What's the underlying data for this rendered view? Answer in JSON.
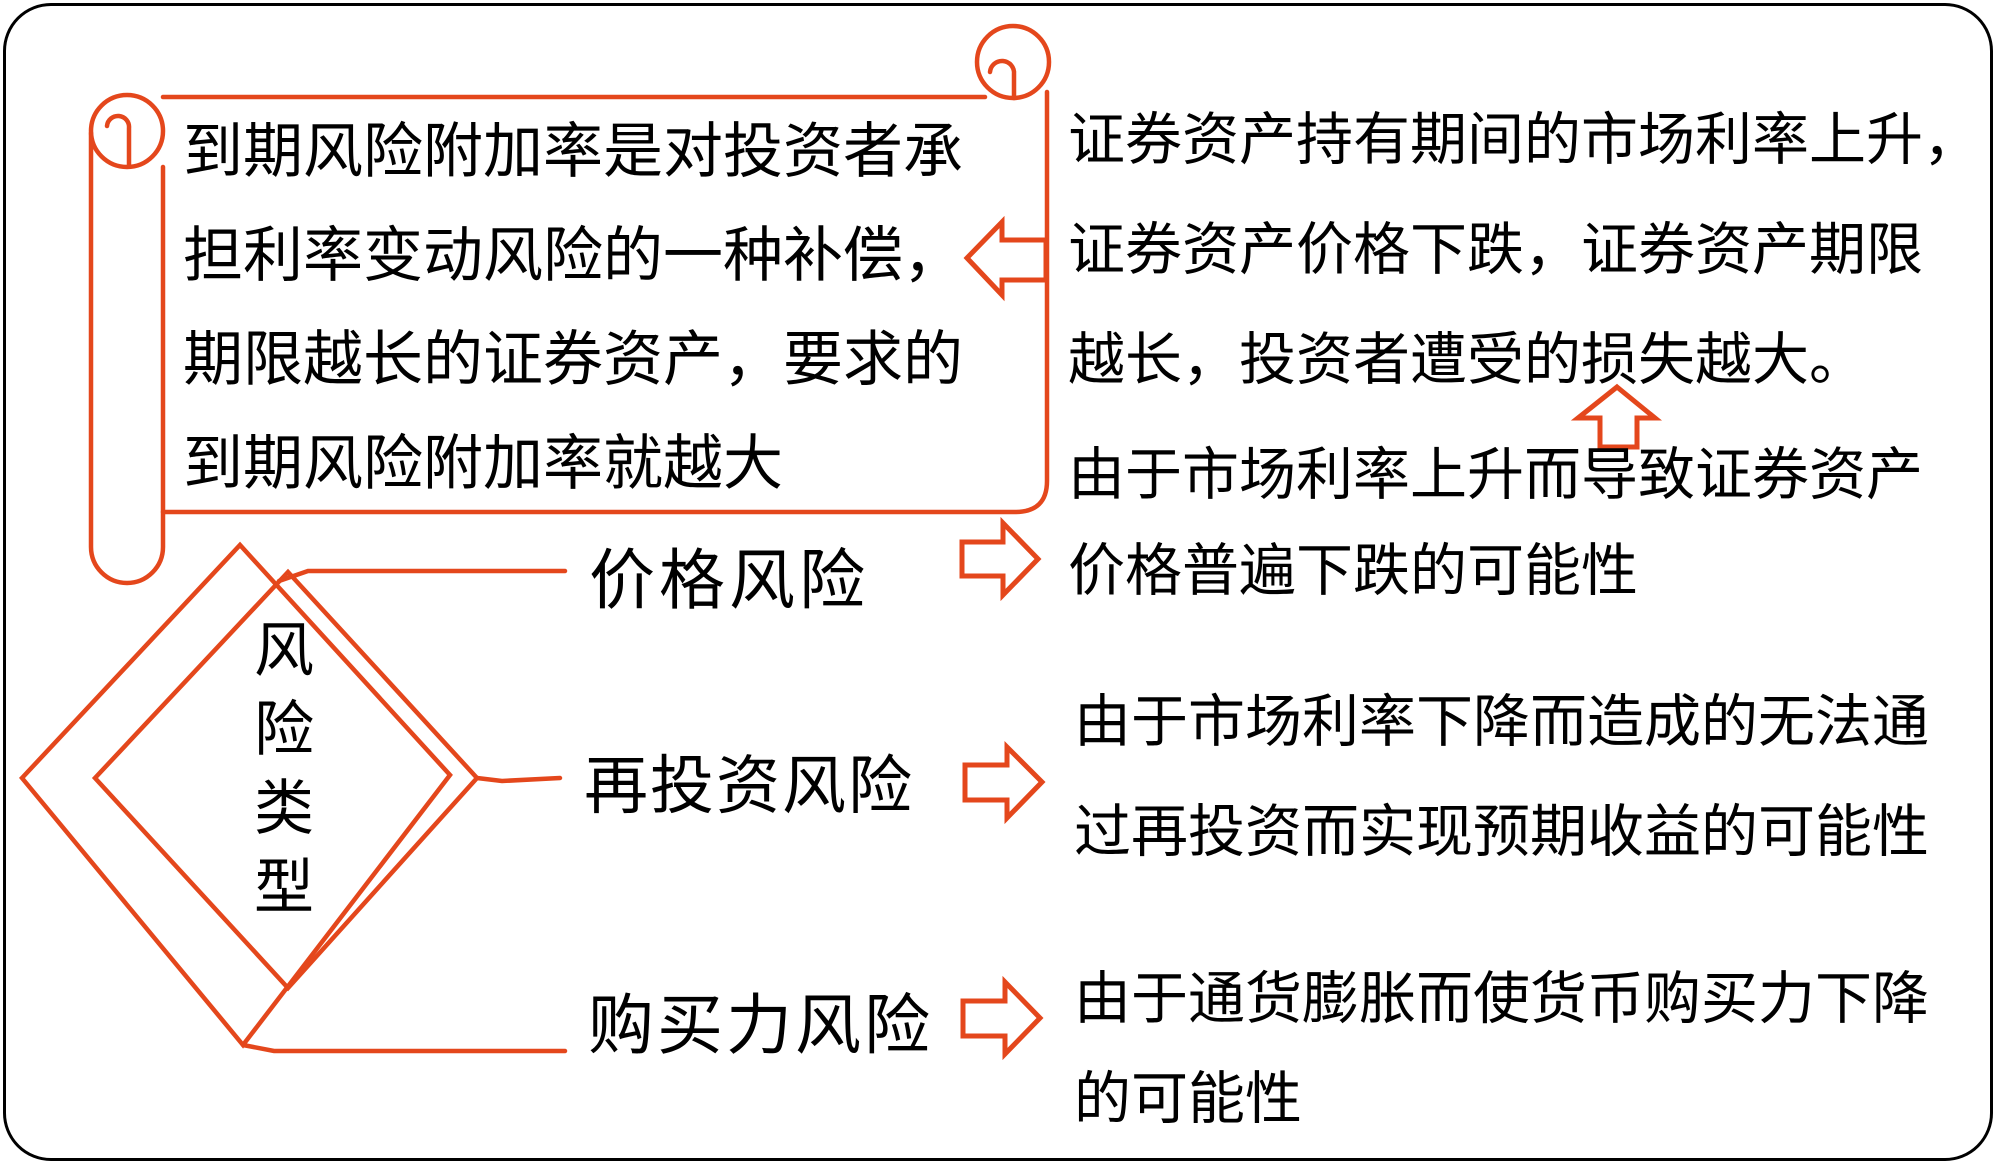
{
  "colors": {
    "accent": "#E4471C",
    "text": "#000000",
    "border": "#000000",
    "background": "#FFFFFF"
  },
  "scroll_note": {
    "lines": [
      "到期风险附加率是对投资者承",
      "担利率变动风险的一种补偿，",
      "期限越长的证券资产，要求的",
      "到期风险附加率就越大"
    ]
  },
  "top_right_note": {
    "lines": [
      "证券资产持有期间的市场利率上升，",
      "证券资产价格下跌，证券资产期限",
      "越长，投资者遭受的损失越大。"
    ]
  },
  "diamond": {
    "label": "风险类型",
    "chars": [
      "风",
      "险",
      "类",
      "型"
    ]
  },
  "branches": [
    {
      "label": "价格风险",
      "description_lines": [
        "由于市场利率上升而导致证券资产",
        "价格普遍下跌的可能性"
      ]
    },
    {
      "label": "再投资风险",
      "description_lines": [
        "由于市场利率下降而造成的无法通",
        "过再投资而实现预期收益的可能性"
      ]
    },
    {
      "label": "购买力风险",
      "description_lines": [
        "由于通货膨胀而使货币购买力下降",
        "的可能性"
      ]
    }
  ],
  "icons": {
    "left_arrow": "left-block-arrow",
    "up_arrow": "up-block-arrow",
    "right_arrow": "right-block-arrow"
  }
}
